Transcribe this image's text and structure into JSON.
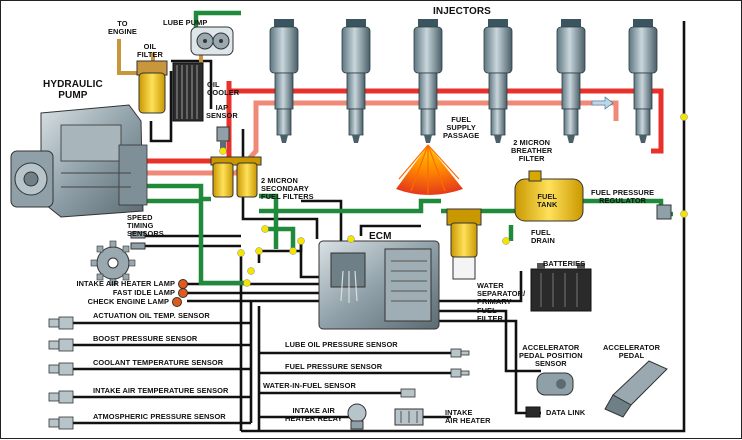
{
  "labels": {
    "injectors": "INJECTORS",
    "to_engine": "TO\nENGINE",
    "lube_pump": "LUBE PUMP",
    "oil_filter": "OIL\nFILTER",
    "oil_cooler": "OIL\nCOOLER",
    "iap_sensor": "IAP\nSENSOR",
    "hydraulic_pump": "HYDRAULIC\nPUMP",
    "fuel_supply_passage": "FUEL\nSUPPLY\nPASSAGE",
    "breather_filter": "2 MICRON\nBREATHER\nFILTER",
    "fuel_tank": "FUEL\nTANK",
    "fuel_pressure_regulator": "FUEL PRESSURE\nREGULATOR",
    "secondary_fuel_filters": "2 MICRON\nSECONDARY\nFUEL FILTERS",
    "fuel_drain": "FUEL\nDRAIN",
    "ecm": "ECM",
    "speed_timing_sensors": "SPEED\nTIMING\nSENSORS",
    "intake_air_heater_lamp": "INTAKE AIR HEATER LAMP",
    "fast_idle_lamp": "FAST IDLE LAMP",
    "check_engine_lamp": "CHECK ENGINE LAMP",
    "batteries": "BATTERIES",
    "water_separator": "WATER\nSEPARATOR/\nPRIMARY\nFUEL\nFILTER",
    "actuation_oil_temp_sensor": "ACTUATION OIL TEMP. SENSOR",
    "boost_pressure_sensor": "BOOST PRESSURE SENSOR",
    "coolant_temperature_sensor": "COOLANT TEMPERATURE SENSOR",
    "intake_air_temperature_sensor": "INTAKE AIR TEMPERATURE SENSOR",
    "atmospheric_pressure_sensor": "ATMOSPHERIC PRESSURE SENSOR",
    "lube_oil_pressure_sensor": "LUBE OIL PRESSURE SENSOR",
    "fuel_pressure_sensor": "FUEL PRESSURE SENSOR",
    "water_in_fuel_sensor": "WATER-IN-FUEL SENSOR",
    "intake_air_heater_relay": "INTAKE AIR\nHEATER RELAY",
    "intake_air_heater": "INTAKE\nAIR HEATER",
    "accelerator_pedal_position_sensor": "ACCELERATOR\nPEDAL POSITION\nSENSOR",
    "accelerator_pedal": "ACCELERATOR\nPEDAL",
    "data_link": "DATA LINK"
  },
  "colors": {
    "high_pressure_oil": "#e8312a",
    "oil_return": "#f08a78",
    "fuel_supply": "#1f8a3a",
    "lube_oil": "#c9963c",
    "wiring": "#111111",
    "filter_yellow": "#f2c200",
    "connection_dot": "#f5e400"
  }
}
